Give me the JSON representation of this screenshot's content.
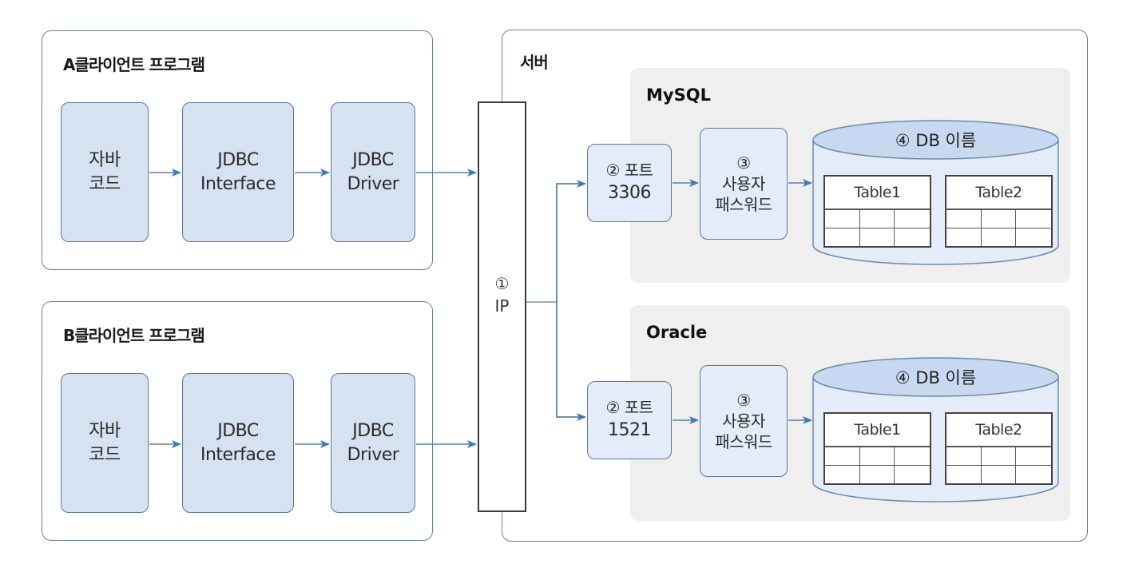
{
  "colors": {
    "component_fill": "#d6e1f2",
    "component_light_fill": "#e3edf9",
    "arrow": "#3b7bbf",
    "connector": "#5f7f9e",
    "panel_bg": "#efefef",
    "db_top": "#c7d8f0"
  },
  "clients": [
    {
      "title": "A클라이언트 프로그램",
      "components": [
        {
          "line1": "자바",
          "line2": "코드"
        },
        {
          "line1": "JDBC",
          "line2": "Interface"
        },
        {
          "line1": "JDBC",
          "line2": "Driver"
        }
      ]
    },
    {
      "title": "B클라이언트 프로그램",
      "components": [
        {
          "line1": "자바",
          "line2": "코드"
        },
        {
          "line1": "JDBC",
          "line2": "Interface"
        },
        {
          "line1": "JDBC",
          "line2": "Driver"
        }
      ]
    }
  ],
  "ip": {
    "marker": "①",
    "label": "IP"
  },
  "server": {
    "title": "서버",
    "databases": [
      {
        "name": "MySQL",
        "port": {
          "label": "② 포트",
          "value": "3306"
        },
        "user": {
          "marker": "③",
          "line1": "사용자",
          "line2": "패스워드"
        },
        "db": {
          "title": "④ DB 이름",
          "tables": [
            "Table1",
            "Table2"
          ]
        }
      },
      {
        "name": "Oracle",
        "port": {
          "label": "② 포트",
          "value": "1521"
        },
        "user": {
          "marker": "③",
          "line1": "사용자",
          "line2": "패스워드"
        },
        "db": {
          "title": "④ DB 이름",
          "tables": [
            "Table1",
            "Table2"
          ]
        }
      }
    ]
  }
}
